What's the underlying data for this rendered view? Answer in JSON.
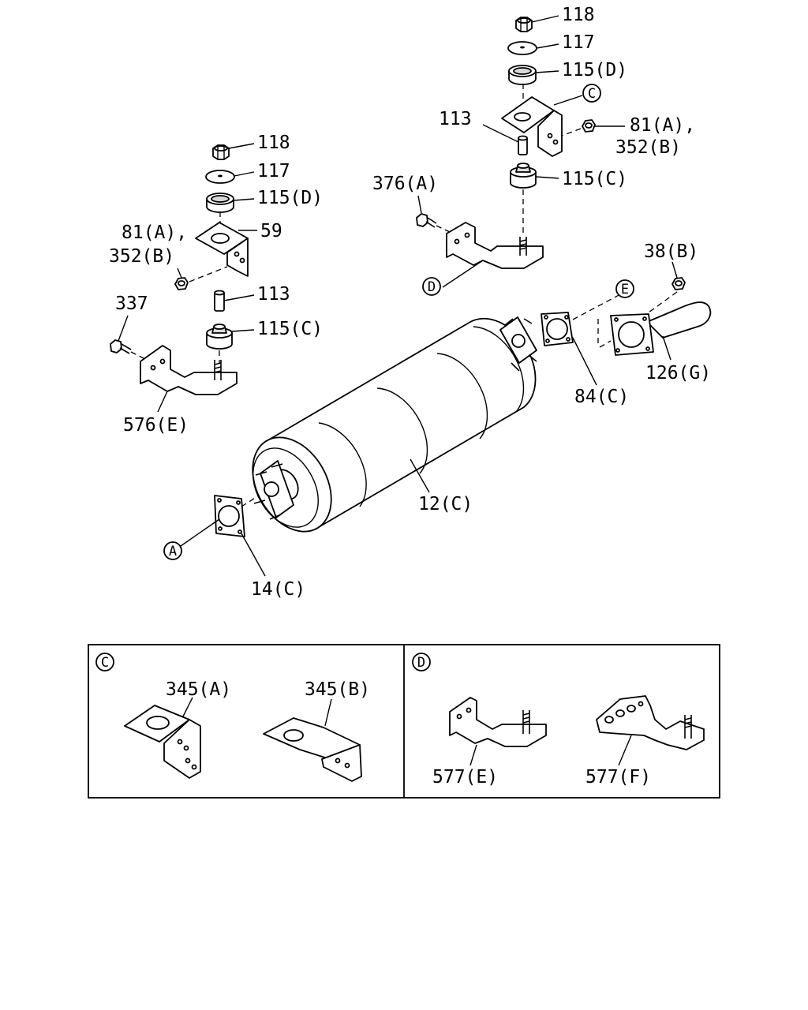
{
  "callouts": {
    "p118_top": "118",
    "p117_top": "117",
    "p115d_top": "115(D)",
    "p113_top": "113",
    "p81_top": "81(A),",
    "p352_top": "352(B)",
    "p115c_top": "115(C)",
    "p376": "376(A)",
    "p118_left": "118",
    "p117_left": "117",
    "p115d_left": "115(D)",
    "p81_left": "81(A),",
    "p352_left": "352(B)",
    "p59": "59",
    "p113_left": "113",
    "p337": "337",
    "p115c_left": "115(C)",
    "p576": "576(E)",
    "p38": "38(B)",
    "p126": "126(G)",
    "p84": "84(C)",
    "p12": "12(C)",
    "p14": "14(C)",
    "p345a": "345(A)",
    "p345b": "345(B)",
    "p577e": "577(E)",
    "p577f": "577(F)"
  },
  "circles": {
    "c_top": "C",
    "d_top": "D",
    "e_ref": "E",
    "a_ref": "A",
    "c_panel": "C",
    "d_panel": "D"
  }
}
